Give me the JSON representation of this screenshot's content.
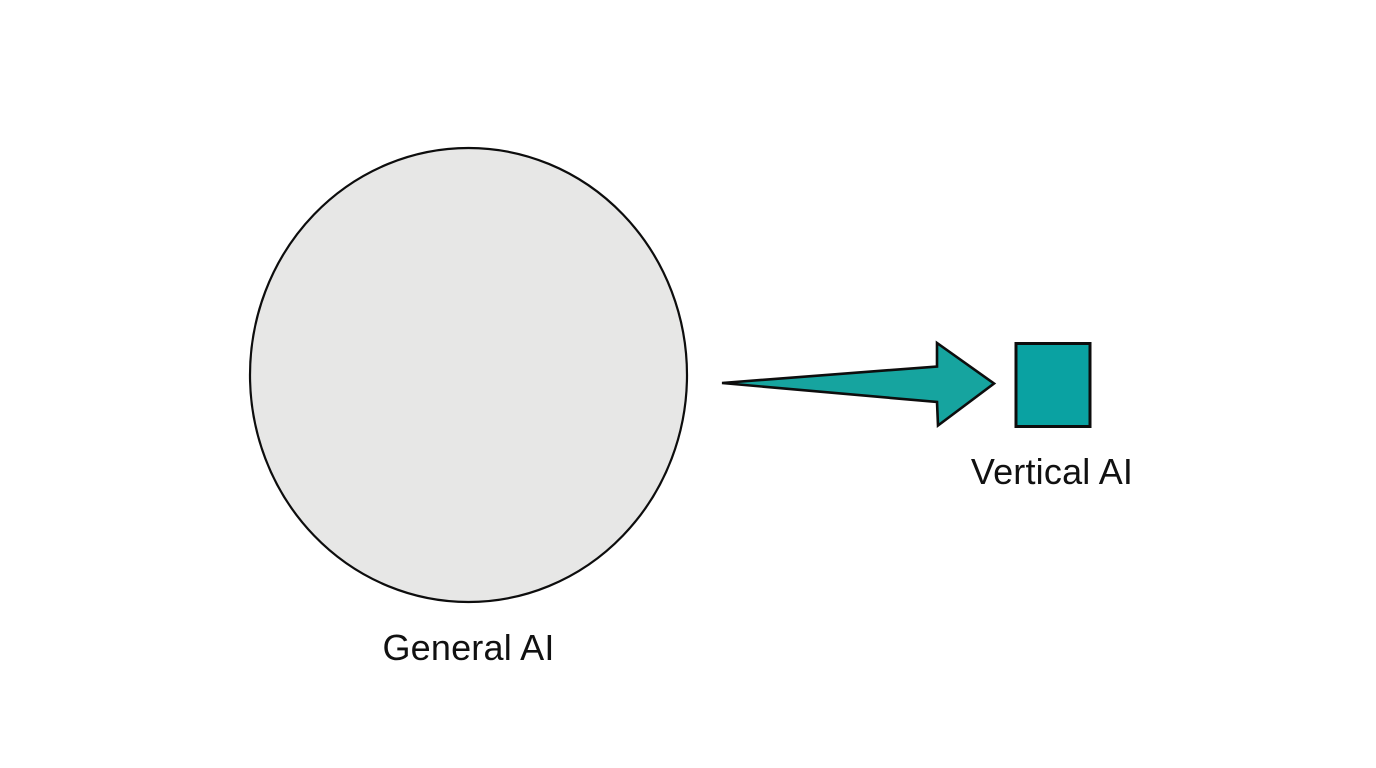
{
  "diagram": {
    "type": "concept-diagram",
    "background": "#ffffff",
    "outline_color": "#0d0d0d",
    "text_color": "#111111",
    "general_ai": {
      "label": "General AI",
      "shape": "circle",
      "fill": "#e7e7e6"
    },
    "vertical_ai": {
      "label": "Vertical AI",
      "shape": "square",
      "fill": "#0aa2a2"
    },
    "arrow": {
      "name": "tapered-right-arrow",
      "direction": "right",
      "fill": "#16a49f",
      "meaning": "General AI narrowing down to Vertical AI"
    }
  }
}
